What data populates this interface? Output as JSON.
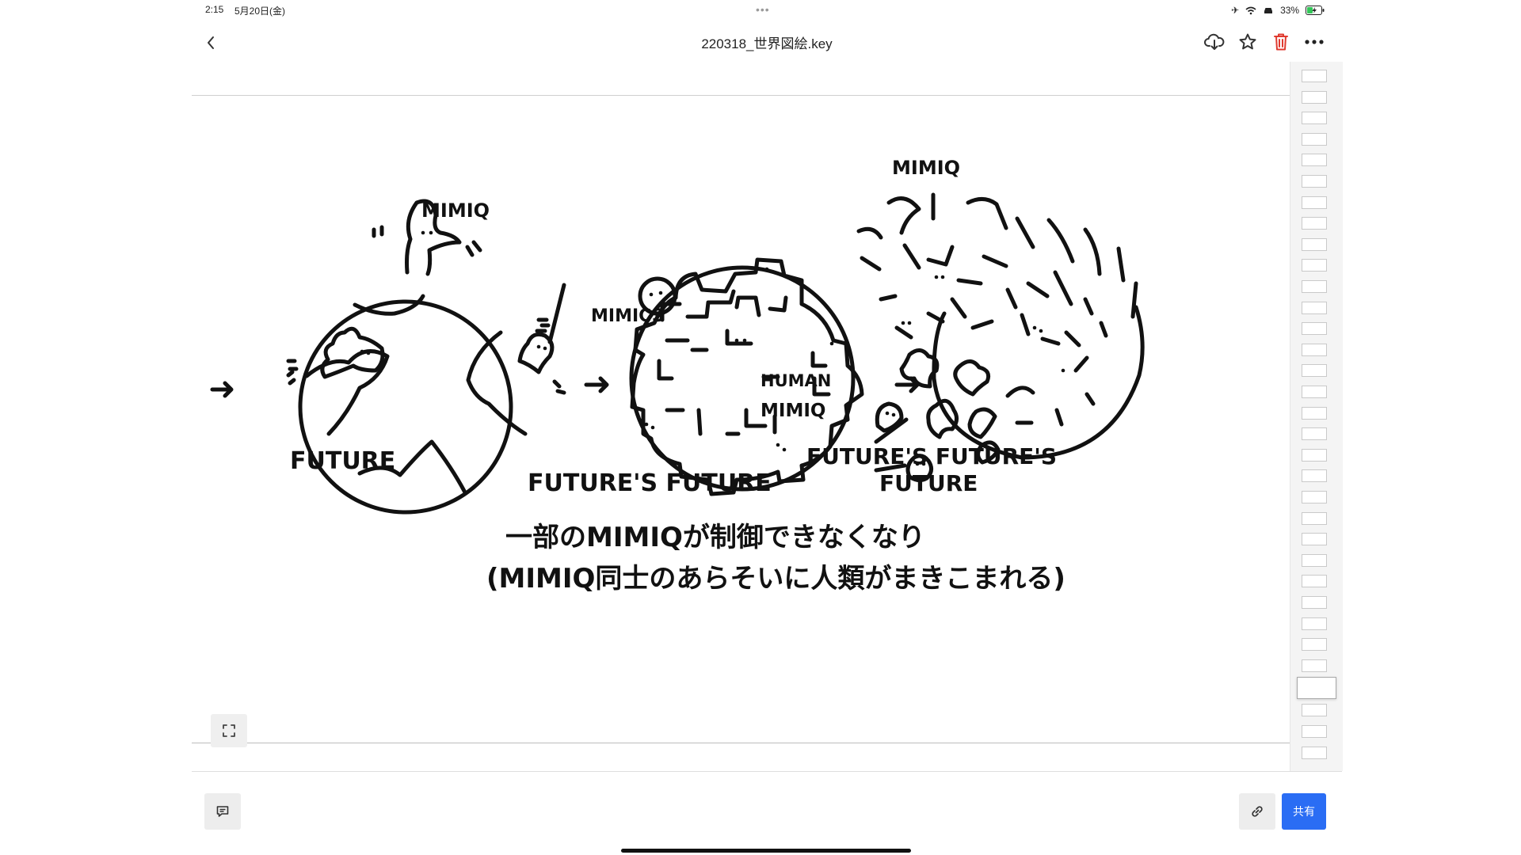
{
  "status_bar": {
    "time": "2:15",
    "date": "5月20日(金)",
    "multitask_dots": "•••",
    "battery_percent": "33%"
  },
  "header": {
    "document_title": "220318_世界図絵.key",
    "delete_icon_color": "#e03a2f"
  },
  "slide": {
    "labels": {
      "mimiq_1": "MIMIQ",
      "mimics": "MIMICS",
      "mimiq_top": "MIMIQ",
      "human": "HUMAN",
      "mimiq_bottom": "MIMIQ",
      "future": "FUTURE",
      "futures_future": "FUTURE'S FUTURE",
      "futures_futures_line1": "FUTURE'S FUTURE'S",
      "futures_futures_line2": "FUTURE"
    },
    "caption_line1": "一部のMIMIQが制御できなくなり",
    "caption_line2": "(MIMIQ同士のあらそいに人類がまきこまれる)"
  },
  "thumbnails": {
    "count": 33,
    "selected_index": 29
  },
  "bottom_bar": {
    "share_label": "共有",
    "share_color": "#2a6df4"
  }
}
